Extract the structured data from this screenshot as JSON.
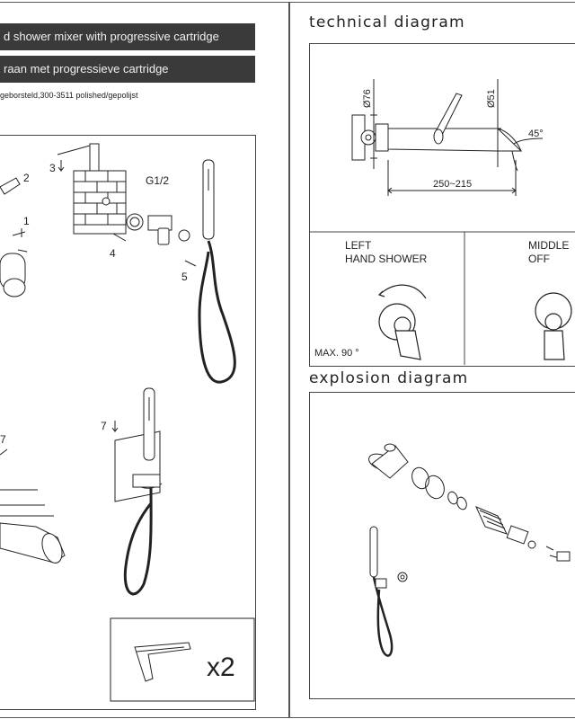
{
  "left_page": {
    "bar_en": "d shower mixer with progressive cartridge",
    "bar_nl": "raan met progressieve cartridge",
    "finish_codes": "geborsteld,300-3511 polished/gepolijst",
    "steps": {
      "s1": "1",
      "s2": "2",
      "s3": "3",
      "s4": "4",
      "s5": "5",
      "s7a": "7",
      "s7b": "7"
    },
    "thread_label": "G1/2",
    "quantity": "x2"
  },
  "right_page": {
    "technical_title": "technical diagram",
    "dims": {
      "d76": "Ø76",
      "d51": "Ø51",
      "angle": "45°",
      "length": "250~215"
    },
    "modes": {
      "left_line1": "LEFT",
      "left_line2": "HAND SHOWER",
      "max": "MAX. 90 °",
      "middle_line1": "MIDDLE",
      "middle_line2": "OFF"
    },
    "explosion_title": "explosion diagram"
  }
}
